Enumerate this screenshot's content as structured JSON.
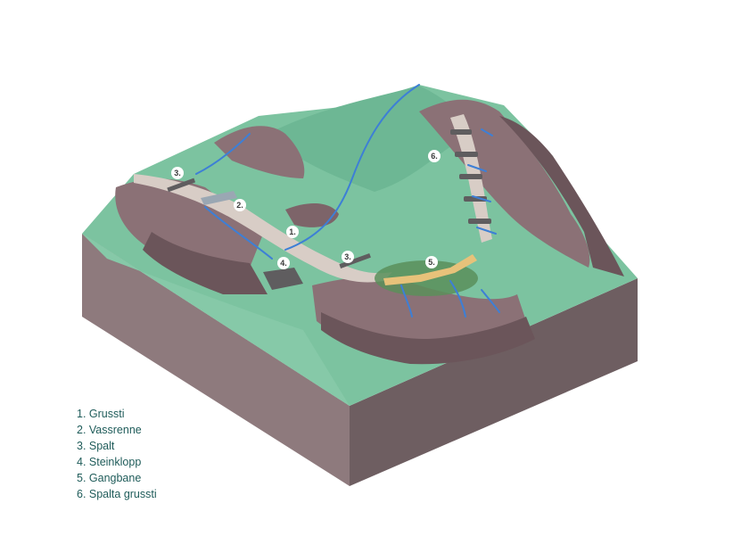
{
  "markers": [
    "1.",
    "2.",
    "3.",
    "3.",
    "4.",
    "5.",
    "6."
  ],
  "legend": [
    "1. Grussti",
    "2. Vassrenne",
    "3. Spalt",
    "4. Steinklopp",
    "5. Gangbane",
    "6. Spalta grussti"
  ],
  "colors": {
    "grass": "#7cc3a0",
    "grass_dark": "#5fae88",
    "rock": "#8b7176",
    "rock_dark": "#6b555a",
    "soil_side_left": "#8e7a7d",
    "soil_side_right": "#6e5e61",
    "path": "#d8cdc6",
    "water": "#3d7fd6",
    "boardwalk": "#e7c27a",
    "bog": "#5b8f5a",
    "legend_text": "#1f5c5a"
  }
}
